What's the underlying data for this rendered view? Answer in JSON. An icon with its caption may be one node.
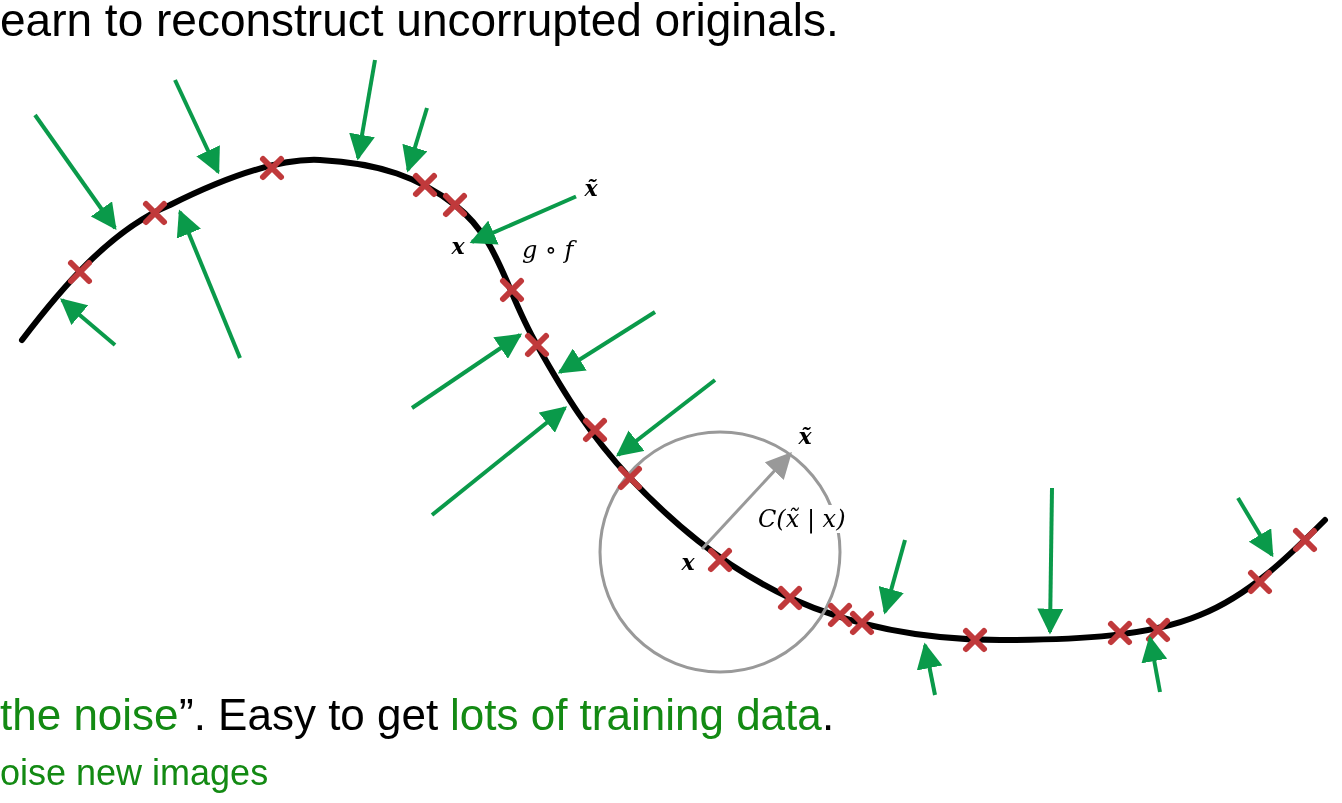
{
  "diagram": {
    "nodes": [
      {
        "text": [
          "x̃"
        ]
      },
      {
        "text": [
          "x"
        ]
      },
      {
        "text": [
          "x̃"
        ]
      },
      {
        "text": [
          "x"
        ]
      }
    ],
    "edges": [
      {
        "from": 0,
        "to": 1,
        "arrow": "to",
        "label": "g ∘ f",
        "color": "#0a9a4a"
      },
      {
        "from": 3,
        "to": 2,
        "arrow": "to",
        "label": "C(x̃ | x)",
        "color": "#999999"
      }
    ],
    "labels": [
      "earn to reconstruct uncorrupted originals.",
      "the noise",
      "”. Easy to get ",
      "lots of training data",
      ".",
      "oise new images"
    ]
  }
}
